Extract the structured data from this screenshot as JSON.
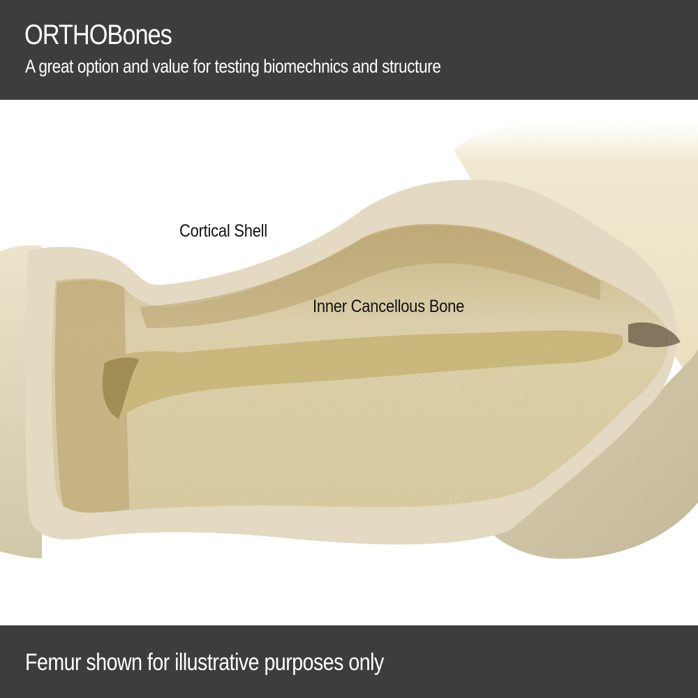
{
  "header": {
    "title": "ORTHOBones",
    "subtitle": "A great option and value for testing biomechnics and structure"
  },
  "image": {
    "subject": "femur-cross-section",
    "labels": {
      "cortical": "Cortical Shell",
      "cancellous": "Inner Cancellous Bone"
    },
    "colors": {
      "banner": "#3d3d3d",
      "cortical_shell": "#e6dcc4",
      "cancellous_bone": "#d8c79c",
      "cancellous_dark": "#a88d56",
      "outer_surface": "#d9d1b4",
      "marrow_cavity": "#cdbb7e"
    }
  },
  "footer": {
    "caption": "Femur shown for illustrative purposes only"
  }
}
